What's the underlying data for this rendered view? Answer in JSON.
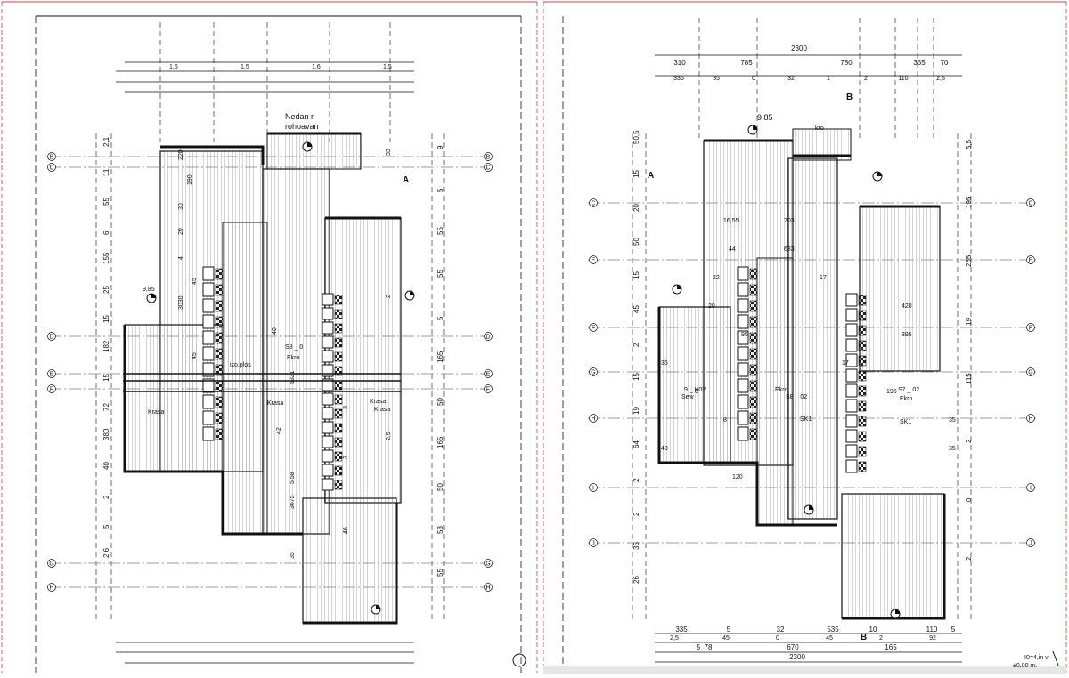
{
  "left_plan": {
    "note_title": "Nedan r",
    "note_sub": "rohoavan",
    "marker_a": "A",
    "dims_vertical_left": [
      "2,1",
      "11",
      "55",
      "6",
      "155",
      "25",
      "15",
      "182",
      "15",
      "72",
      "380",
      "40",
      "2",
      "5",
      "2,6"
    ],
    "dims_vertical_right": [
      "9",
      "5",
      "55",
      "55",
      "5",
      "165",
      "50",
      "165",
      "50",
      "53",
      "55"
    ],
    "inner_dims": [
      "220",
      "190",
      "30",
      "20",
      "4",
      "45",
      "3030",
      "40",
      "45",
      "5331",
      "3",
      "42",
      "3",
      "5,58",
      "3675",
      "46",
      "35"
    ],
    "room_labels": [
      "S8 _ 0",
      "Ekro",
      "Krasa",
      "Krasa",
      "Krasa",
      "Krasa",
      "izo.plos"
    ],
    "axis_labels": [
      "B",
      "B",
      "C",
      "C",
      "D",
      "D",
      "E",
      "E",
      "F",
      "F",
      "G",
      "G",
      "H",
      "H"
    ],
    "top_dims": [
      "1,6",
      "1,5",
      "1,6",
      "1,5"
    ],
    "level_mark": "9,85",
    "right_notes": [
      "33",
      "2",
      "2,5"
    ]
  },
  "right_plan": {
    "total_top": "2300",
    "top_segments": [
      "310",
      "785",
      "780",
      "355",
      "70"
    ],
    "top_small": [
      "335",
      "35",
      "0",
      "32",
      "1",
      "2",
      "110",
      "2,5"
    ],
    "marker_b_top": "B",
    "marker_a": "A",
    "level_mark": "9,85",
    "note_kro": "kro",
    "dims_vertical_left": [
      "50,5",
      "15",
      "20",
      "50",
      "15",
      "45",
      "2",
      "15",
      "19",
      "64",
      "2",
      "2",
      "35",
      "26"
    ],
    "dims_vertical_right": [
      "5,5",
      "195",
      "265",
      "19",
      "115",
      "2",
      "0",
      "2"
    ],
    "inner_dims": [
      "16,55",
      "44",
      "22",
      "20",
      "95",
      "36",
      "6",
      "8",
      "40",
      "120",
      "703",
      "683",
      "17",
      "420",
      "395",
      "17",
      "195",
      "35",
      "35"
    ],
    "room_labels": [
      "Sew",
      "S8 _ 02",
      "Ekro",
      "S7 _ 02",
      "Ekro",
      "9 _ K02",
      "SK1",
      "SK1"
    ],
    "axis_labels": [
      "C",
      "C",
      "E",
      "E",
      "F",
      "F",
      "G",
      "G",
      "H",
      "H",
      "I",
      "I",
      "J",
      "J"
    ],
    "bottom_segments": [
      "335",
      "5",
      "32",
      "535",
      "10",
      "110",
      "5"
    ],
    "bottom_small": [
      "2,5",
      "45",
      "0",
      "45",
      "2",
      "92"
    ],
    "bottom_mid": [
      "78",
      "5",
      "670",
      "165"
    ],
    "total_bottom": "2300",
    "marker_b_bottom": "B",
    "elevation_note": "I0=4,in v",
    "elevation_zero": "±0,00 m."
  },
  "colors": {
    "line": "#111111",
    "frame_red": "#d04040",
    "grid": "#7f7f7f",
    "hatch": "#555555"
  }
}
